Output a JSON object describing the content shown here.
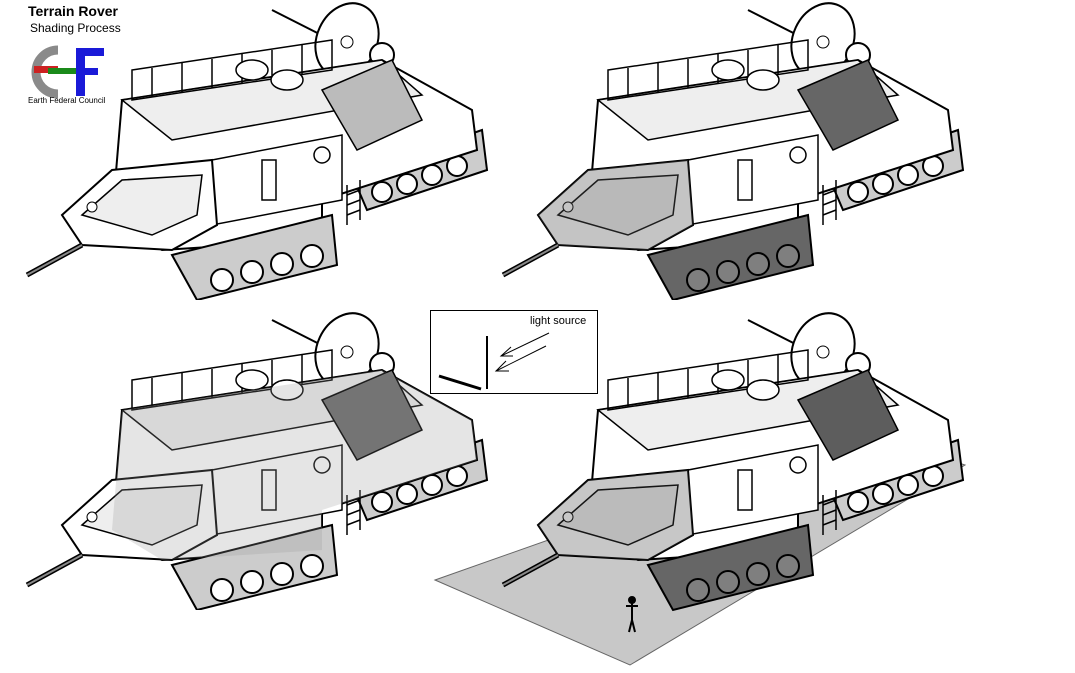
{
  "header": {
    "title": "Terrain Rover",
    "subtitle": "Shading Process",
    "logo_org": "Earth Federal Council"
  },
  "legend": {
    "label": "light source"
  },
  "panels": [
    {
      "stage": "lineart"
    },
    {
      "stage": "flat"
    },
    {
      "stage": "tone"
    },
    {
      "stage": "final"
    }
  ],
  "colors": {
    "logo_gray": "#8a8a8a",
    "logo_green": "#1a8a1a",
    "logo_blue": "#1a1ad8",
    "logo_red": "#cc2222"
  }
}
